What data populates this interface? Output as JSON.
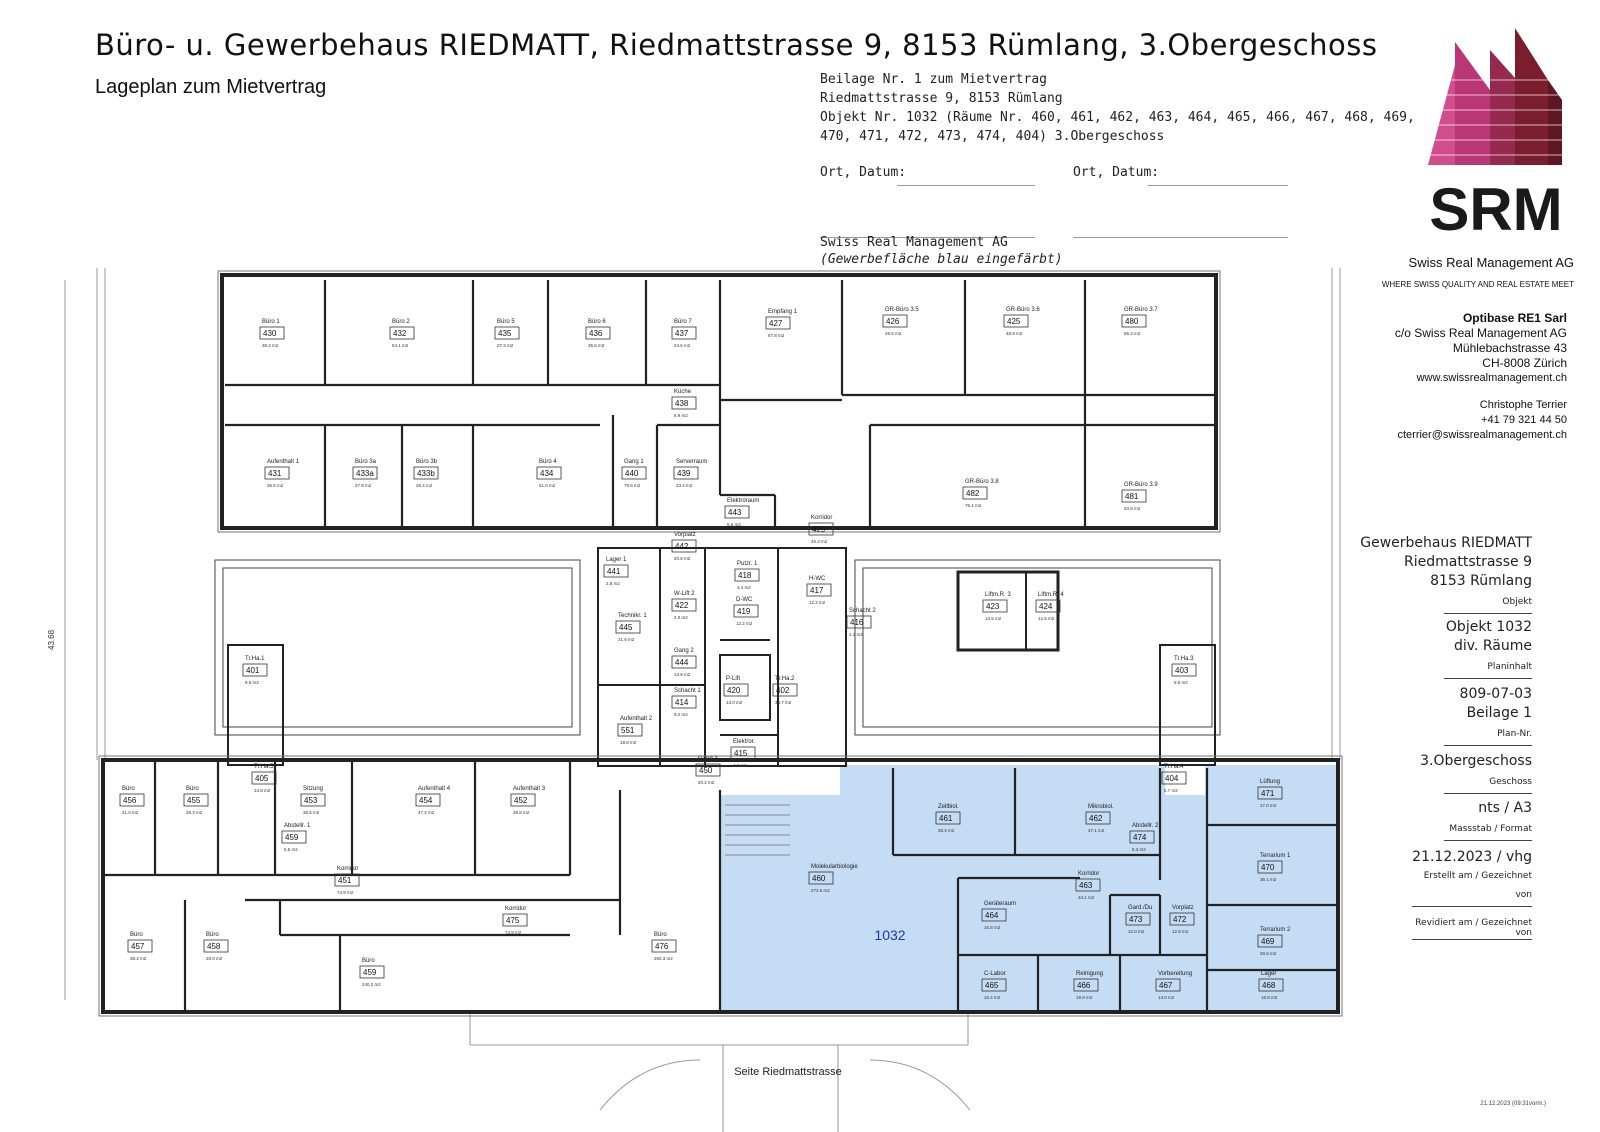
{
  "header": {
    "title": "Büro- u. Gewerbehaus RIEDMATT, Riedmattstrasse 9, 8153 Rümlang, 3.Obergeschoss",
    "subtitle": "Lageplan zum Mietvertrag"
  },
  "annex": {
    "line1": "Beilage Nr. 1 zum Mietvertrag",
    "line2": "Riedmattstrasse 9, 8153 Rümlang",
    "line3": "Objekt Nr. 1032 (Räume Nr. 460, 461, 462, 463, 464, 465, 466, 467, 468, 469,",
    "line4": "470, 471, 472, 473, 474, 404) 3.Obergeschoss",
    "place_date_1": "Ort, Datum:",
    "place_date_2": "Ort, Datum:",
    "signatory": "Swiss Real Management AG",
    "note": "(Gewerbefläche blau eingefärbt)"
  },
  "logo": {
    "text": "SRM",
    "company": "Swiss Real Management AG",
    "tagline": "WHERE SWISS QUALITY AND REAL ESTATE MEET",
    "colors": {
      "magenta": "#c2387a",
      "maroon": "#7a1e2e",
      "dark": "#1a1a1a"
    }
  },
  "contact": {
    "name": "Optibase RE1 Sarl",
    "co": "c/o Swiss Real Management AG",
    "street": "Mühlebachstrasse 43",
    "city": "CH-8008 Zürich",
    "web": "www.swissrealmanagement.ch",
    "person": "Christophe Terrier",
    "phone": "+41 79 321 44 50",
    "email": "cterrier@swissrealmanagement.ch"
  },
  "titleblock": {
    "object_l1": "Gewerbehaus RIEDMATT",
    "object_l2": "Riedmattstrasse 9",
    "object_l3": "8153 Rümlang",
    "object_caption": "Objekt",
    "content_l1": "Objekt 1032",
    "content_l2": "div. Räume",
    "content_caption": "Planinhalt",
    "plan_l1": "809-07-03",
    "plan_l2": "Beilage 1",
    "plan_caption": "Plan-Nr.",
    "floor": "3.Obergeschoss",
    "floor_caption": "Geschoss",
    "scale": "nts / A3",
    "scale_caption": "Massstab / Format",
    "created": "21.12.2023 / vhg",
    "created_caption": "Erstellt am / Gezeichnet von",
    "revised_caption": "Revidiert am / Gezeichnet von"
  },
  "plan": {
    "dimension": "43.68",
    "street": "Seite Riedmattstrasse",
    "rented_label": "1032",
    "rented_color": "#c5dcf5",
    "footer_stamp": "21.12.2023   (09:31vorm.)",
    "rooms": [
      {
        "name": "Büro 1",
        "num": "430",
        "area": "38.2 m2"
      },
      {
        "name": "Büro 2",
        "num": "432",
        "area": "54.1 m2"
      },
      {
        "name": "Büro 5",
        "num": "435",
        "area": "27.3 m2"
      },
      {
        "name": "Büro 6",
        "num": "436",
        "area": "36.6 m2"
      },
      {
        "name": "Büro 7",
        "num": "437",
        "area": "24.6 m2"
      },
      {
        "name": "Empfang 1",
        "num": "427",
        "area": "87.8 m2"
      },
      {
        "name": "GR-Büro 3.5",
        "num": "426",
        "area": "49.5 m2"
      },
      {
        "name": "GR-Büro 3.6",
        "num": "425",
        "area": "48.9 m2"
      },
      {
        "name": "GR-Büro 3.7",
        "num": "480",
        "area": "65.3 m2"
      },
      {
        "name": "Küche",
        "num": "438",
        "area": "6.9 m2"
      },
      {
        "name": "Aufenthalt 1",
        "num": "431",
        "area": "36.6 m2"
      },
      {
        "name": "Büro 3a",
        "num": "433a",
        "area": "27.8 m2"
      },
      {
        "name": "Büro 3b",
        "num": "433b",
        "area": "26.4 m2"
      },
      {
        "name": "Büro 4",
        "num": "434",
        "area": "51.0 m2"
      },
      {
        "name": "Gang 1",
        "num": "440",
        "area": "79.9 m2"
      },
      {
        "name": "Serverraum",
        "num": "439",
        "area": "23.4 m2"
      },
      {
        "name": "GR-Büro 3.8",
        "num": "482",
        "area": "75.1 m2"
      },
      {
        "name": "GR-Büro 3.9",
        "num": "481",
        "area": "63.8 m2"
      },
      {
        "name": "Elektroraum",
        "num": "443",
        "area": "5.6 m2"
      },
      {
        "name": "Korridor",
        "num": "429",
        "area": "45.3 m2"
      },
      {
        "name": "Vorplatz",
        "num": "442",
        "area": "20.8 m2"
      },
      {
        "name": "Lager 1",
        "num": "441",
        "area": "2.8 m2"
      },
      {
        "name": "Putzr. 1",
        "num": "418",
        "area": "3.4 m2"
      },
      {
        "name": "H-WC",
        "num": "417",
        "area": "12.2 m2"
      },
      {
        "name": "W-Lift 2",
        "num": "422",
        "area": "4.0 m2"
      },
      {
        "name": "D-WC",
        "num": "419",
        "area": "12.2 m2"
      },
      {
        "name": "Technikr. 1",
        "num": "445",
        "area": "21.6 m2"
      },
      {
        "name": "Schacht 2",
        "num": "416",
        "area": "1.3 m2"
      },
      {
        "name": "Liftm.R. 3",
        "num": "423",
        "area": "13.5 m2"
      },
      {
        "name": "Liftm.R. 4",
        "num": "424",
        "area": "12.5 m2"
      },
      {
        "name": "Gang 2",
        "num": "444",
        "area": "13.8 m2"
      },
      {
        "name": "Tr.Ha.1",
        "num": "401",
        "area": "9.5 m2"
      },
      {
        "name": "Tr.Ha.3",
        "num": "403",
        "area": "9.5 m2"
      },
      {
        "name": "P-Lift",
        "num": "420",
        "area": "13.0 m2"
      },
      {
        "name": "Tr.Ha.2",
        "num": "402",
        "area": "39.7 m2"
      },
      {
        "name": "Schacht 1",
        "num": "414",
        "area": "9.2 m2"
      },
      {
        "name": "Aufenthalt 2",
        "num": "551",
        "area": "18.8 m2"
      },
      {
        "name": "Elektror.",
        "num": "415",
        "area": "4.0 m2"
      },
      {
        "name": "Gang 3",
        "num": "450",
        "area": "20.2 m2"
      },
      {
        "name": "Tr.Ha.5",
        "num": "405",
        "area": "13.8 m2"
      },
      {
        "name": "Tr.Ha.4",
        "num": "404",
        "area": "5.7 m2"
      },
      {
        "name": "Büro",
        "num": "456",
        "area": "21.0 m2"
      },
      {
        "name": "Büro",
        "num": "455",
        "area": "28.3 m2"
      },
      {
        "name": "Sitzung",
        "num": "453",
        "area": "35.5 m2"
      },
      {
        "name": "Aufenthalt 4",
        "num": "454",
        "area": "47.2 m2"
      },
      {
        "name": "Aufenthalt 3",
        "num": "452",
        "area": "38.8 m2"
      },
      {
        "name": "Abstellr. 1",
        "num": "459",
        "area": "5.6 m2"
      },
      {
        "name": "Korridor",
        "num": "451",
        "area": "74.9 m2"
      },
      {
        "name": "Korridor",
        "num": "475",
        "area": "74.9 m2"
      },
      {
        "name": "Büro",
        "num": "457",
        "area": "38.3 m2"
      },
      {
        "name": "Büro",
        "num": "458",
        "area": "28.0 m2"
      },
      {
        "name": "Büro",
        "num": "459",
        "area": "240.3 m2"
      },
      {
        "name": "Büro",
        "num": "476",
        "area": "260.3 m2"
      },
      {
        "name": "Molekularbiologie",
        "num": "460",
        "area": "273.6 m2"
      },
      {
        "name": "Zellbiol.",
        "num": "461",
        "area": "38.4 m2"
      },
      {
        "name": "Mikrobiol.",
        "num": "462",
        "area": "47.1 m2"
      },
      {
        "name": "Abstellr. 2",
        "num": "474",
        "area": "6.3 m2"
      },
      {
        "name": "Lüftung",
        "num": "471",
        "area": "27.0 m2"
      },
      {
        "name": "Terrarium 1",
        "num": "470",
        "area": "36.1 m2"
      },
      {
        "name": "Korridor",
        "num": "463",
        "area": "34.1 m2"
      },
      {
        "name": "Geräteraum",
        "num": "464",
        "area": "16.8 m2"
      },
      {
        "name": "Gard./Du",
        "num": "473",
        "area": "12.0 m2"
      },
      {
        "name": "Vorplatz",
        "num": "472",
        "area": "12.9 m2"
      },
      {
        "name": "Terrarium 2",
        "num": "469",
        "area": "28.5 m2"
      },
      {
        "name": "C-Labor",
        "num": "465",
        "area": "15.4 m2"
      },
      {
        "name": "Reinigung",
        "num": "466",
        "area": "19.8 m2"
      },
      {
        "name": "Vorbereitung",
        "num": "467",
        "area": "14.0 m2"
      },
      {
        "name": "Lager",
        "num": "468",
        "area": "18.8 m2"
      }
    ]
  }
}
